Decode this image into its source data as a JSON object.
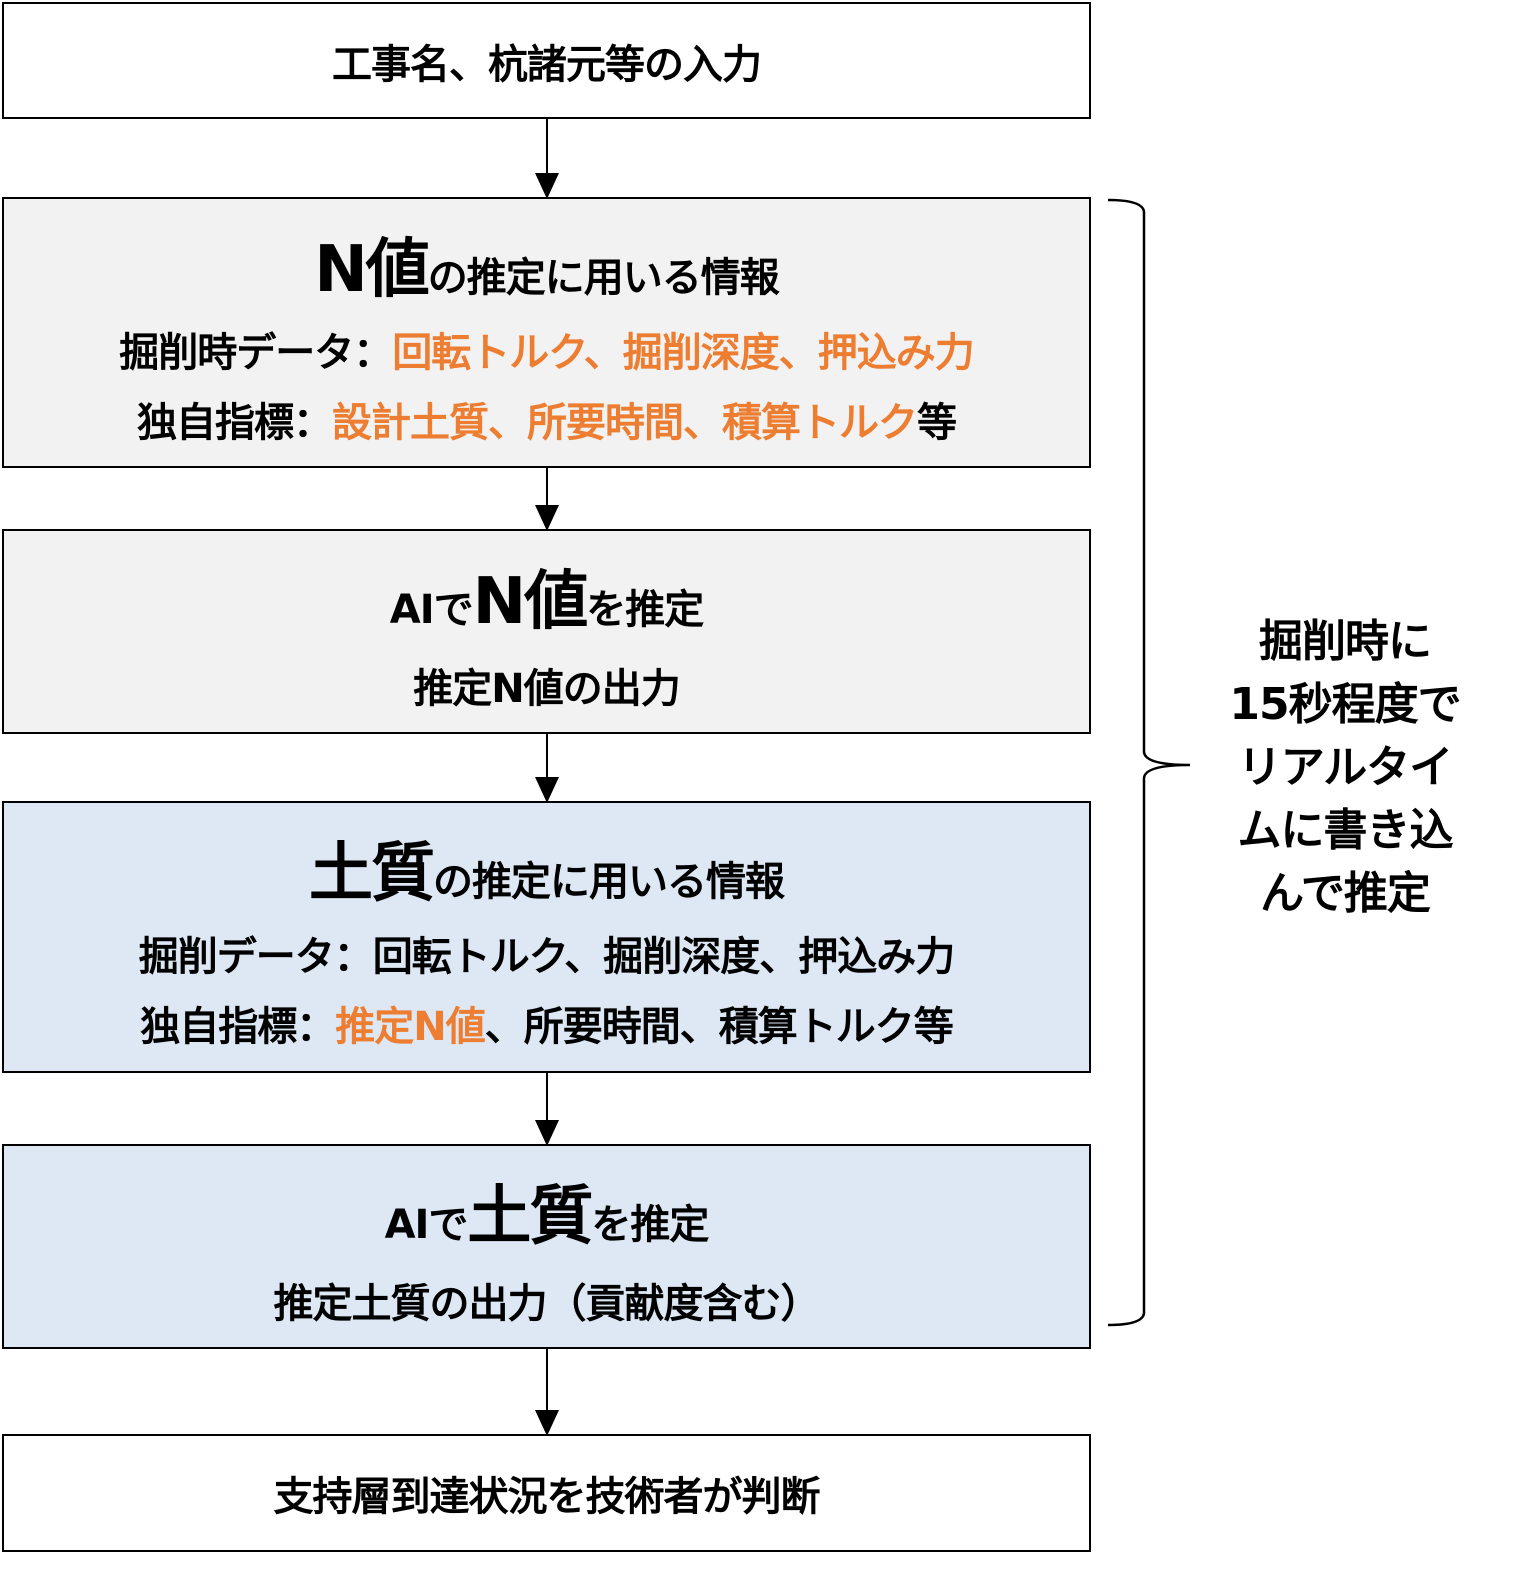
{
  "step1": {
    "text": "工事名、杭諸元等の入力"
  },
  "step2": {
    "title_big": "N値",
    "title_rest": "の推定に用いる情報",
    "row1_label": "掘削時データ：",
    "row1_values": "回転トルク、掘削深度、押込み力",
    "row2_label": "独自指標：",
    "row2_values": "設計土質、所要時間、積算トルク",
    "row2_suffix": "等"
  },
  "step3": {
    "line1_pre": "AIで",
    "line1_big": "N値",
    "line1_post": "を推定",
    "line2": "推定N値の出力"
  },
  "step4": {
    "title_big": "土質",
    "title_rest": "の推定に用いる情報",
    "row1_label": "掘削データ：",
    "row1_values": "回転トルク、掘削深度、押込み力",
    "row2_label": "独自指標：",
    "row2_highlight": "推定N値",
    "row2_rest": "、所要時間、積算トルク等"
  },
  "step5": {
    "line1_pre": "AIで",
    "line1_big": "土質",
    "line1_post": "を推定",
    "line2": "推定土質の出力（貢献度含む）"
  },
  "step6": {
    "text": "支持層到達状況を技術者が判断"
  },
  "side_note": {
    "lines": [
      "掘削時に",
      "15秒程度で",
      "リアルタイ",
      "ムに書き込",
      "んで推定"
    ]
  },
  "colors": {
    "highlight": "#ed7d31",
    "gray_fill": "#f2f2f2",
    "blue_fill": "#dde8f4",
    "border": "#000000"
  }
}
